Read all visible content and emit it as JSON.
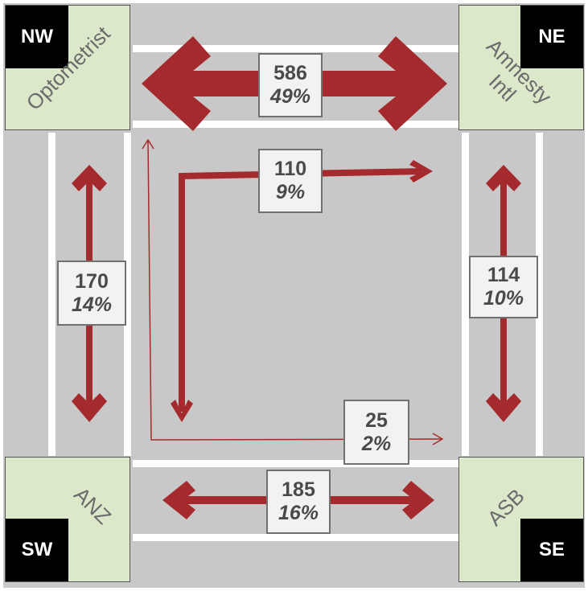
{
  "colors": {
    "flow": "#a52a2d",
    "road": "#c8c8c8",
    "corner": "#dbe8c9",
    "tag": "#000000"
  },
  "corners": {
    "nw": {
      "tag": "NW",
      "name": "Optometrist"
    },
    "ne": {
      "tag": "NE",
      "name": "Amnesty Intl"
    },
    "sw": {
      "tag": "SW",
      "name": "ANZ"
    },
    "se": {
      "tag": "SE",
      "name": "ASB"
    }
  },
  "flows": [
    {
      "id": "nw-ne",
      "count": "586",
      "percent": "49%"
    },
    {
      "id": "nw-se-via-north",
      "count": "110",
      "percent": "9%"
    },
    {
      "id": "west-side",
      "count": "170",
      "percent": "14%"
    },
    {
      "id": "east-side",
      "count": "114",
      "percent": "10%"
    },
    {
      "id": "diagonal-thin",
      "count": "25",
      "percent": "2%"
    },
    {
      "id": "sw-se",
      "count": "185",
      "percent": "16%"
    }
  ]
}
